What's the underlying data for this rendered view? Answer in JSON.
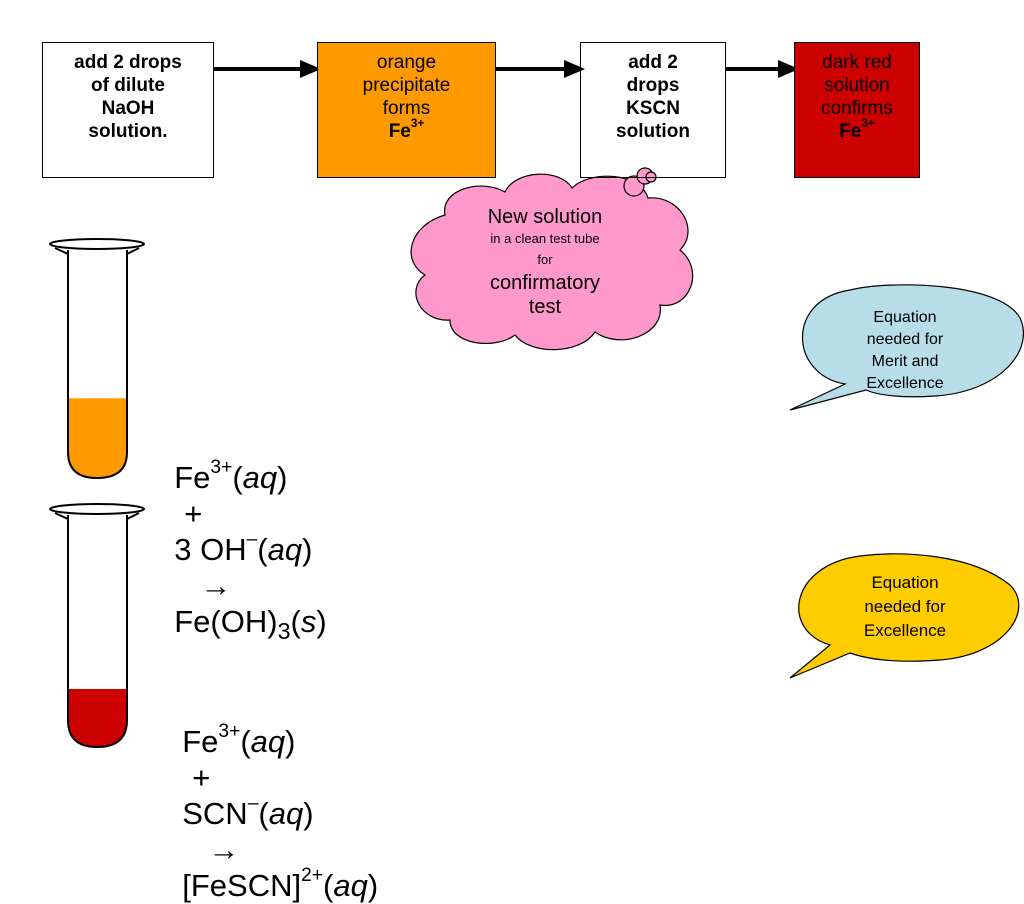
{
  "flow": {
    "box1": {
      "lines": [
        "add 2 drops",
        "of dilute",
        "NaOH",
        "solution."
      ],
      "fill": "#ffffff"
    },
    "box2": {
      "lines": [
        "orange",
        "precipitate",
        "forms"
      ],
      "ion": "Fe",
      "charge": "3+",
      "fill": "#ff9900"
    },
    "box3": {
      "lines": [
        "add 2",
        "drops",
        "KSCN",
        "solution"
      ],
      "fill": "#ffffff"
    },
    "box4": {
      "lines": [
        "dark red",
        "solution",
        "confirms"
      ],
      "ion": "Fe",
      "charge": "3+",
      "fill": "#cc0000"
    }
  },
  "cloud": {
    "line1": "New solution",
    "line2": "in a clean test tube",
    "line3": "for",
    "line4": "confirmatory",
    "line5": "test",
    "fill": "#ff99cc"
  },
  "bubble_merit": {
    "lines": [
      "Equation",
      "needed for",
      "Merit and",
      "Excellence"
    ],
    "fill": "#b7dde8"
  },
  "bubble_excellence": {
    "lines": [
      "Equation",
      "needed for",
      "Excellence"
    ],
    "fill": "#ffcc00"
  },
  "tubes": {
    "tube1_fill": "#ff9900",
    "tube1_level": 0.35,
    "tube2_fill": "#cc0000",
    "tube2_level": 0.25
  },
  "eq1": {
    "r1": "Fe",
    "r1_charge": "3+",
    "r1_state": "aq",
    "plus": "+",
    "r2": "3 OH",
    "r2_charge": "–",
    "r2_state": "aq",
    "arrow": "→",
    "p": "Fe(OH)",
    "p_sub": "3",
    "p_state": "s"
  },
  "eq2": {
    "r1": "Fe",
    "r1_charge": "3+",
    "r1_state": "aq",
    "plus": "+",
    "r2": "SCN",
    "r2_charge": "–",
    "r2_state": "aq",
    "arrow": "→",
    "p": "[FeSCN]",
    "p_charge": "2+",
    "p_state": "aq"
  }
}
